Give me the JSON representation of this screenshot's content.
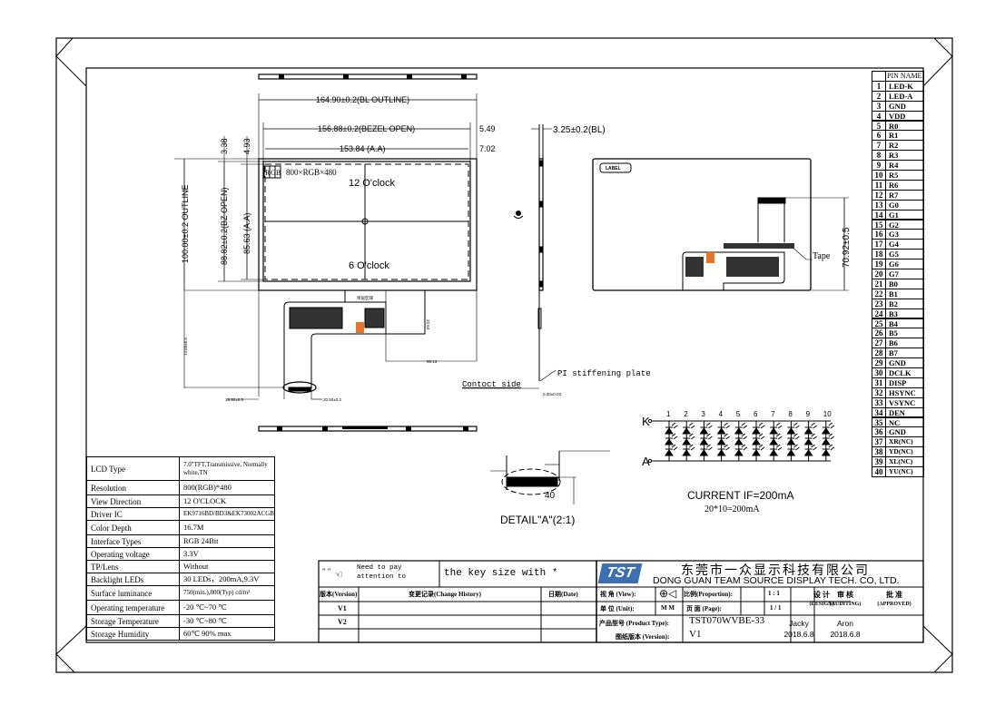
{
  "front_view": {
    "dim_bl_outline": "164.90±0.2(BL OUTLINE)",
    "dim_bezel_open": "156.88±0.2(BEZEL OPEN)",
    "dim_aa": "153.84 (A.A)",
    "dim_right_1": "5.49",
    "dim_right_2": "7.02",
    "dim_top_1": "3.38",
    "dim_top_2": "4.93",
    "dim_outline_v": "100.00±0.2  OUTLINE",
    "dim_bz_open_v": "88.82±0.2(BZ OPEN)",
    "dim_aa_v": "85.63 (A.A)",
    "rgb_r": "R",
    "rgb_g": "G",
    "rgb_b": "B",
    "resolution": "800×RGB×480",
    "top_label": "12  O'clock",
    "bottom_label": "6  O'clock",
    "fpc_height": "73.60±0.5",
    "fpc_offset_left": "19.92±0.5",
    "fpc_width": "20.50±0.2",
    "fpc_dim_1": "22.54",
    "fpc_dim_2": "68.13",
    "fpc_area_label": "单层区域"
  },
  "side_view": {
    "thickness": "3.25±0.2(BL)",
    "contact_side": "Contoct side",
    "pi_plate": "PI stiffening plate",
    "pi_thickness": "0.30±0.03"
  },
  "back_view": {
    "label": "LABEL",
    "tape": "Tape",
    "dim_v": "70.92±0.5"
  },
  "detail": {
    "title": "DETAIL\"A\"(2:1)",
    "pin_count": "40"
  },
  "led_circuit": {
    "k_label": "K",
    "a_label": "A",
    "columns": [
      "1",
      "2",
      "3",
      "4",
      "5",
      "6",
      "7",
      "8",
      "9",
      "10"
    ],
    "current": "CURRENT  IF=200mA",
    "formula": "20*10=200mA"
  },
  "specs": [
    {
      "label": "LCD Type",
      "value": "7.0\"TFT,Transmissive, Normally white,TN"
    },
    {
      "label": "Resolution",
      "value": "800(RGB)*480"
    },
    {
      "label": "View Direction",
      "value": "12  O'CLOCK"
    },
    {
      "label": "Driver IC",
      "value": "EK9716BD/BD3&EK73002ACGB"
    },
    {
      "label": "Color Depth",
      "value": "16.7M"
    },
    {
      "label": "Interface Types",
      "value": "RGB 24Bit"
    },
    {
      "label": "Operating voltage",
      "value": "3.3V"
    },
    {
      "label": "TP/Lens",
      "value": "Without"
    },
    {
      "label": "Backlight LEDs",
      "value": "30 LEDs，200mA,9.3V"
    },
    {
      "label": "Surface luminance",
      "value": "750(min.),800(Typ) cd/m²"
    },
    {
      "label": "Operating temperature",
      "value": "-20 ℃~70 ℃"
    },
    {
      "label": "Storage Temperature",
      "value": "-30 ℃~80 ℃"
    },
    {
      "label": "Storage Humidity",
      "value": "60℃  90% max"
    }
  ],
  "pin_table": {
    "header": "PIN NAME",
    "pins": [
      "LED-K",
      "LED-A",
      "GND",
      "VDD",
      "R0",
      "R1",
      "R2",
      "R3",
      "R4",
      "R5",
      "R6",
      "R7",
      "G0",
      "G1",
      "G2",
      "G3",
      "G4",
      "G5",
      "G6",
      "G7",
      "B0",
      "B1",
      "B2",
      "B3",
      "B4",
      "B5",
      "B6",
      "B7",
      "GND",
      "DCLK",
      "DISP",
      "HSYNC",
      "VSYNC",
      "DEN",
      "NC",
      "GND",
      "XR(NC)",
      "YD(NC)",
      "XL(NC)",
      "YU(NC)"
    ]
  },
  "title_block": {
    "note_quote": "\"   \"",
    "note": "Need to pay attention to",
    "key_size": "the key size with *",
    "company_cn": "东莞市一众显示科技有限公司",
    "company_en": "DONG GUAN TEAM SOURCE DISPLAY TECH. CO, LTD.",
    "logo_text": "TST",
    "version_header": "版本(Version)",
    "change_header": "变更记录(Change History)",
    "date_header": "日期(Date)",
    "versions": [
      "V1",
      "V2",
      ""
    ],
    "view_label": "视  角 (View):",
    "proportion_label": "比例(Proportion):",
    "proportion": "1 : 1",
    "unit_label": "单  位 (Unit):",
    "unit": "M M",
    "page_label": "页   面 (Page):",
    "page": "1 / 1",
    "product_type_label": "产品型号 (Product Type):",
    "product_type": "TST070WVBE-33",
    "drawing_version_label": "图纸版本 (Version):",
    "drawing_version": "V1",
    "design_label": "设 计",
    "design_en": "(DESIGN)",
    "auditing_label": "审 核",
    "auditing_en": "(AUDITING)",
    "approved_label": "批 准",
    "approved_en": "(APPROVED)",
    "designer": "Jacky",
    "design_date": "2018.6.8",
    "auditor": "Aron",
    "audit_date": "2018.6.8"
  }
}
